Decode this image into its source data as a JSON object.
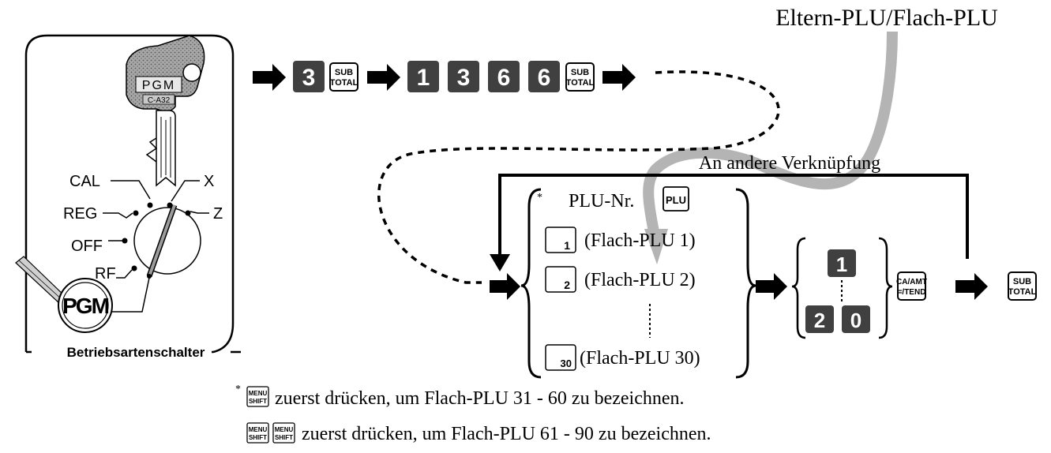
{
  "colors": {
    "key_dark": "#404040",
    "flow_gray": "#b4b4b4",
    "ink": "#000000"
  },
  "switch": {
    "caption": "Betriebsartenschalter",
    "key_label": "PGM",
    "key_model": "C-A32",
    "positions": [
      "CAL",
      "REG",
      "OFF",
      "RF",
      "PGM",
      "X",
      "Z"
    ]
  },
  "sequence_top": [
    "3",
    "SUB|TOTAL",
    "1",
    "3",
    "6",
    "6",
    "SUB|TOTAL"
  ],
  "parent_label": "Eltern-PLU/Flach-PLU",
  "loop_label": "An andere Verknüpfung",
  "plu_group": {
    "asterisk": "*",
    "header": "PLU-Nr.",
    "header_key": "PLU",
    "items": [
      {
        "key": "1",
        "label": "(Flach-PLU 1)"
      },
      {
        "key": "2",
        "label": "(Flach-PLU 2)"
      },
      {
        "key": "30",
        "label": "(Flach-PLU 30)"
      }
    ]
  },
  "range_group": {
    "top": "1",
    "bottom_left": "2",
    "bottom_right": "0"
  },
  "finish_key": "CA/AMT|=/TEND",
  "end_key": "SUB|TOTAL",
  "notes": {
    "line1_marker": "*",
    "line1_key": "MENU|SHIFT",
    "line1": "zuerst drücken, um Flach-PLU 31 - 60 zu bezeichnen.",
    "line2_keys": [
      "MENU|SHIFT",
      "MENU|SHIFT"
    ],
    "line2": "zuerst drücken, um Flach-PLU 61 - 90 zu bezeichnen."
  }
}
